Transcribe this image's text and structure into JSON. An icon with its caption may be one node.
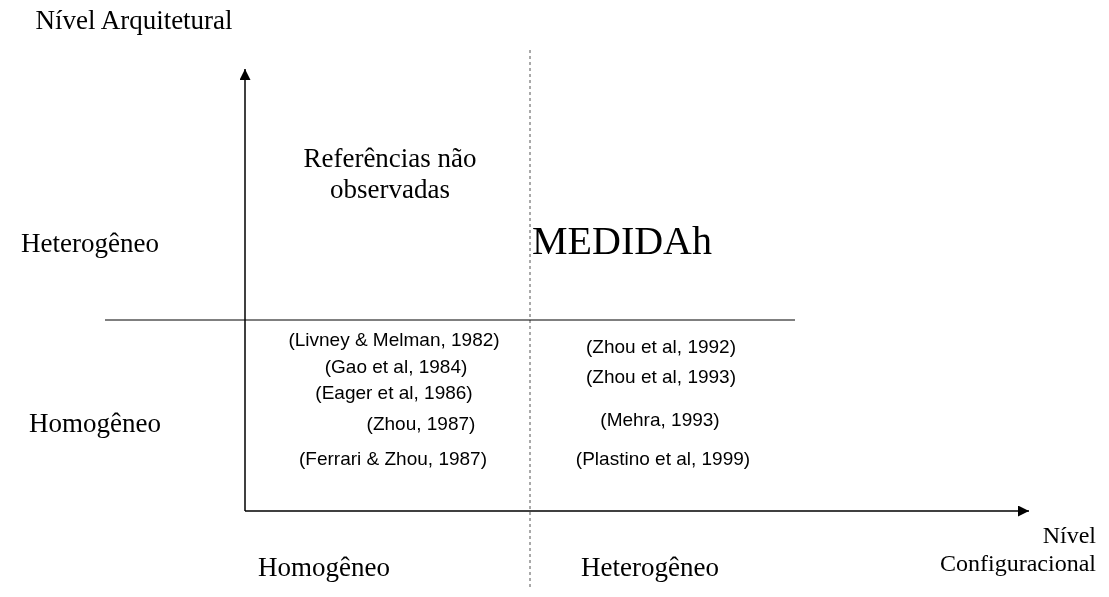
{
  "diagram": {
    "labels": [
      "Nível Arquitetural",
      "Referências não observadas",
      "Heterogêneo",
      "MEDIDAh",
      "(Livney & Melman, 1982)",
      "(Zhou et al, 1992)",
      "(Gao et al, 1984)",
      "(Zhou et al, 1993)",
      "(Eager et al, 1986)",
      "Homogêneo",
      "(Zhou, 1987)",
      "(Mehra, 1993)",
      "(Ferrari & Zhou, 1987)",
      "(Plastino et al, 1999)",
      "Nível Configuracional",
      "Homogêneo",
      "Heterogêneo"
    ]
  }
}
